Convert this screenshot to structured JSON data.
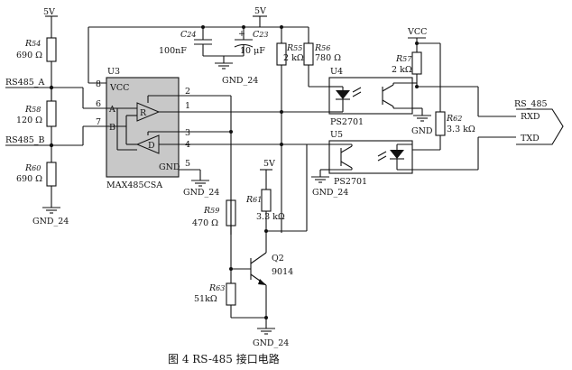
{
  "caption": "图 4   RS-485 接口电路",
  "power": {
    "v5_left": "5V",
    "v5_top": "5V",
    "v5_mid": "5V",
    "vcc_right": "VCC",
    "gnd_top": "GND_24",
    "gnd_left": "GND_24",
    "gnd_u3": "GND_24",
    "gnd_q2": "GND_24",
    "gnd_u4": "GND",
    "gnd_u5": "GND_24"
  },
  "ports": {
    "rs485_a": "RS485_A",
    "rs485_b": "RS485_B",
    "rs485_out": "RS_485",
    "rxd": "RXD",
    "txd": "TXD"
  },
  "u3": {
    "ref": "U3",
    "part": "MAX485CSA",
    "vcc": "VCC",
    "gnd": "GND",
    "a": "A",
    "b": "B",
    "r": "R",
    "d": "D",
    "p1": "1",
    "p2": "2",
    "p3": "3",
    "p4": "4",
    "p5": "5",
    "p6": "6",
    "p7": "7",
    "p8": "8"
  },
  "u4": {
    "ref": "U4",
    "part": "PS2701"
  },
  "u5": {
    "ref": "U5",
    "part": "PS2701"
  },
  "q2": {
    "ref": "Q2",
    "part": "9014"
  },
  "resistors": [
    {
      "ref": "R",
      "sub": "54",
      "value": "690 Ω"
    },
    {
      "ref": "R",
      "sub": "58",
      "value": "120 Ω"
    },
    {
      "ref": "R",
      "sub": "60",
      "value": "690 Ω"
    },
    {
      "ref": "R",
      "sub": "55",
      "value": "2 kΩ"
    },
    {
      "ref": "R",
      "sub": "56",
      "value": "780 Ω"
    },
    {
      "ref": "R",
      "sub": "57",
      "value": "2 kΩ"
    },
    {
      "ref": "R",
      "sub": "59",
      "value": "470 Ω"
    },
    {
      "ref": "R",
      "sub": "61",
      "value": "3.3 kΩ"
    },
    {
      "ref": "R",
      "sub": "62",
      "value": "3.3 kΩ"
    },
    {
      "ref": "R",
      "sub": "63",
      "value": "51kΩ"
    }
  ],
  "capacitors": [
    {
      "ref": "C",
      "sub": "24",
      "value": "100nF"
    },
    {
      "ref": "C",
      "sub": "23",
      "value": "10 μF"
    }
  ]
}
